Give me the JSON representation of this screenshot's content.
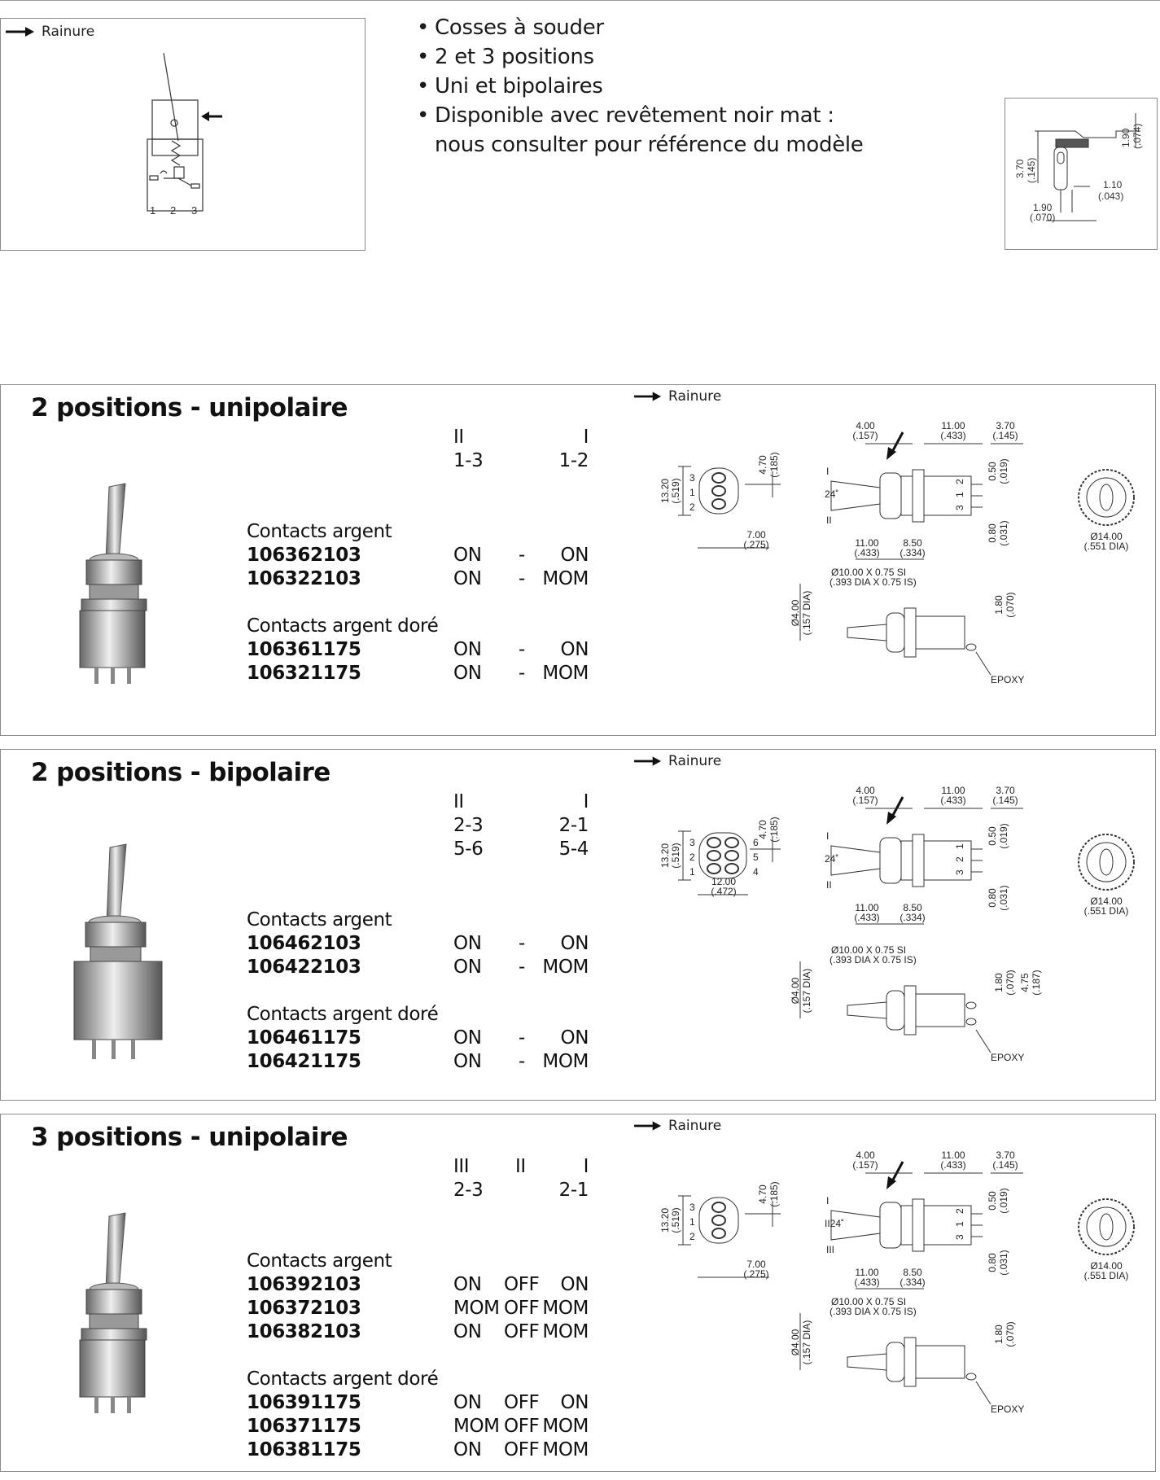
{
  "top": {
    "rainure_label": "Rainure",
    "pin_numbers": [
      "1",
      "2",
      "3"
    ],
    "bullets": [
      "Cosses à souder",
      "2 et 3 positions",
      "Uni et bipolaires",
      "Disponible avec revêtement noir mat :",
      "nous consulter pour référence du modèle"
    ],
    "terminal_dims": {
      "d1": "3.70",
      "d1i": "(.145)",
      "d2": "1.90",
      "d2i": "(.074)",
      "d3": "1.10",
      "d3i": "(.043)",
      "d4": "1.90",
      "d4i": "(.070)"
    }
  },
  "sections": [
    {
      "title": "2 positions - unipolaire",
      "rainure_label": "Rainure",
      "positions": [
        "II",
        "I"
      ],
      "circuits": [
        [
          "1-3",
          "1-2"
        ]
      ],
      "groups": [
        {
          "label": "Contacts argent",
          "rows": [
            {
              "ref": "106362103",
              "a": "ON",
              "sep": "-",
              "b": "ON"
            },
            {
              "ref": "106322103",
              "a": "ON",
              "sep": "-",
              "b": "MOM"
            }
          ]
        },
        {
          "label": "Contacts argent doré",
          "rows": [
            {
              "ref": "106361175",
              "a": "ON",
              "sep": "-",
              "b": "ON"
            },
            {
              "ref": "106321175",
              "a": "ON",
              "sep": "-",
              "b": "MOM"
            }
          ]
        }
      ],
      "dims": {
        "w": "7.00",
        "wi": "(.275)",
        "h": "13.20",
        "hi": "(.519)",
        "h2": "4.70",
        "h2i": "(.185)",
        "pins": [
          "3",
          "1",
          "2"
        ],
        "pins_r": []
      }
    },
    {
      "title": "2 positions - bipolaire",
      "rainure_label": "Rainure",
      "positions": [
        "II",
        "I"
      ],
      "circuits": [
        [
          "2-3",
          "2-1"
        ],
        [
          "5-6",
          "5-4"
        ]
      ],
      "groups": [
        {
          "label": "Contacts argent",
          "rows": [
            {
              "ref": "106462103",
              "a": "ON",
              "sep": "-",
              "b": "ON"
            },
            {
              "ref": "106422103",
              "a": "ON",
              "sep": "-",
              "b": "MOM"
            }
          ]
        },
        {
          "label": "Contacts argent doré",
          "rows": [
            {
              "ref": "106461175",
              "a": "ON",
              "sep": "-",
              "b": "ON"
            },
            {
              "ref": "106421175",
              "a": "ON",
              "sep": "-",
              "b": "MOM"
            }
          ]
        }
      ],
      "dims": {
        "w": "12.00",
        "wi": "(.472)",
        "h": "13.20",
        "hi": "(.519)",
        "h2": "4.70",
        "h2i": "(.185)",
        "pins": [
          "3",
          "2",
          "1"
        ],
        "pins_r": [
          "6",
          "5",
          "4"
        ]
      }
    },
    {
      "title": "3 positions - unipolaire",
      "rainure_label": "Rainure",
      "positions": [
        "III",
        "II",
        "I"
      ],
      "circuits": [
        [
          "2-3",
          "2-1"
        ]
      ],
      "groups": [
        {
          "label": "Contacts argent",
          "rows": [
            {
              "ref": "106392103",
              "a": "ON",
              "sep": "OFF",
              "b": "ON"
            },
            {
              "ref": "106372103",
              "a": "MOM",
              "sep": "OFF",
              "b": "MOM"
            },
            {
              "ref": "106382103",
              "a": "ON",
              "sep": "OFF",
              "b": "MOM"
            }
          ]
        },
        {
          "label": "Contacts argent doré",
          "rows": [
            {
              "ref": "106391175",
              "a": "ON",
              "sep": "OFF",
              "b": "ON"
            },
            {
              "ref": "106371175",
              "a": "MOM",
              "sep": "OFF",
              "b": "MOM"
            },
            {
              "ref": "106381175",
              "a": "ON",
              "sep": "OFF",
              "b": "MOM"
            }
          ]
        }
      ],
      "dims": {
        "w": "7.00",
        "wi": "(.275)",
        "h": "13.20",
        "hi": "(.519)",
        "h2": "4.70",
        "h2i": "(.185)",
        "pins": [
          "3",
          "1",
          "2"
        ],
        "pins_r": []
      }
    }
  ],
  "side_dims": {
    "a": "4.00",
    "ai": "(.157)",
    "b": "11.00",
    "bi": "(.433)",
    "c": "3.70",
    "ci": "(.145)",
    "d": "11.00",
    "di": "(.433)",
    "e": "8.50",
    "ei": "(.334)",
    "f": "0.50",
    "fi": "(.019)",
    "g": "0.80",
    "gi": "(.031)",
    "angle": "24˚",
    "dia": "Ø14.00",
    "diai": "(.551 DIA)",
    "thread": "Ø10.00 X 0.75 SI",
    "threadi": "(.393 DIA X 0.75 IS)",
    "lever": "Ø4.00",
    "leveri": "(.157 DIA)",
    "pin": "1.80",
    "pini": "(.070)",
    "pin2": "4.75",
    "pin2i": "(.187)",
    "epoxy": "EPOXY",
    "pos_top": "I",
    "pos_bot": "II",
    "pos_mid": "II",
    "pos_bot3": "III",
    "side_pins": [
      "3",
      "1",
      "2"
    ],
    "side_pins_b": [
      "3",
      "2",
      "1"
    ]
  }
}
